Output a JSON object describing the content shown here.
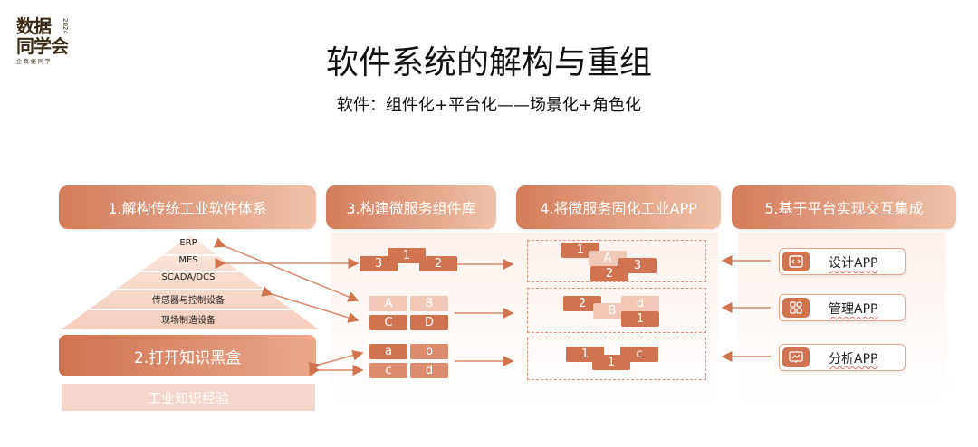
{
  "logo": {
    "line1": "数据",
    "line2": "同学会",
    "year": "2024",
    "sub": "企 数 据 同 学"
  },
  "title": "软件系统的解构与重组",
  "subtitle": "软件：组件化+平台化——场景化+角色化",
  "headers": [
    "1.解构传统工业软件体系",
    "3.构建微服务组件库",
    "4.将微服务固化工业APP",
    "5.基于平台实现交互集成"
  ],
  "pyramid": [
    "ERP",
    "MES",
    "SCADA/DCS",
    "传感器与控制设备",
    "现场制造设备"
  ],
  "blackbox": "2.打开知识黑盒",
  "experience": "工业知识经验",
  "components": {
    "row1": [
      "3",
      "1",
      "2"
    ],
    "row2": [
      "A",
      "B",
      "C",
      "D"
    ],
    "row3": [
      "a",
      "b",
      "c",
      "d"
    ]
  },
  "apps_groups": {
    "g1": [
      "1",
      "A",
      "2",
      "3"
    ],
    "g2": [
      "2",
      "d",
      "B",
      "1"
    ],
    "g3": [
      "1",
      "1",
      "c"
    ]
  },
  "apps": [
    {
      "label": "设计APP",
      "icon": "design-code-icon"
    },
    {
      "label": "管理APP",
      "icon": "grid-manage-icon"
    },
    {
      "label": "分析APP",
      "icon": "chart-analysis-icon"
    }
  ],
  "colors": {
    "accent": "#d0734f",
    "light": "#f1c8b8",
    "medium": "#dc8b6c"
  }
}
